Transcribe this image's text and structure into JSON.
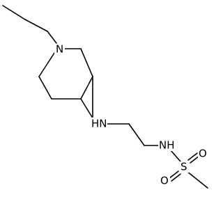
{
  "diagram_type": "skeletal-formula",
  "colors": {
    "background": "#ffffff",
    "bond": "#000000",
    "label": "#000000"
  },
  "atoms": {
    "piperidine_n": "N",
    "amine_nh": "HN",
    "sulfonamide_nh": "NH",
    "sulfur": "S",
    "oxygen_top": "O",
    "oxygen_bottom": "O"
  }
}
